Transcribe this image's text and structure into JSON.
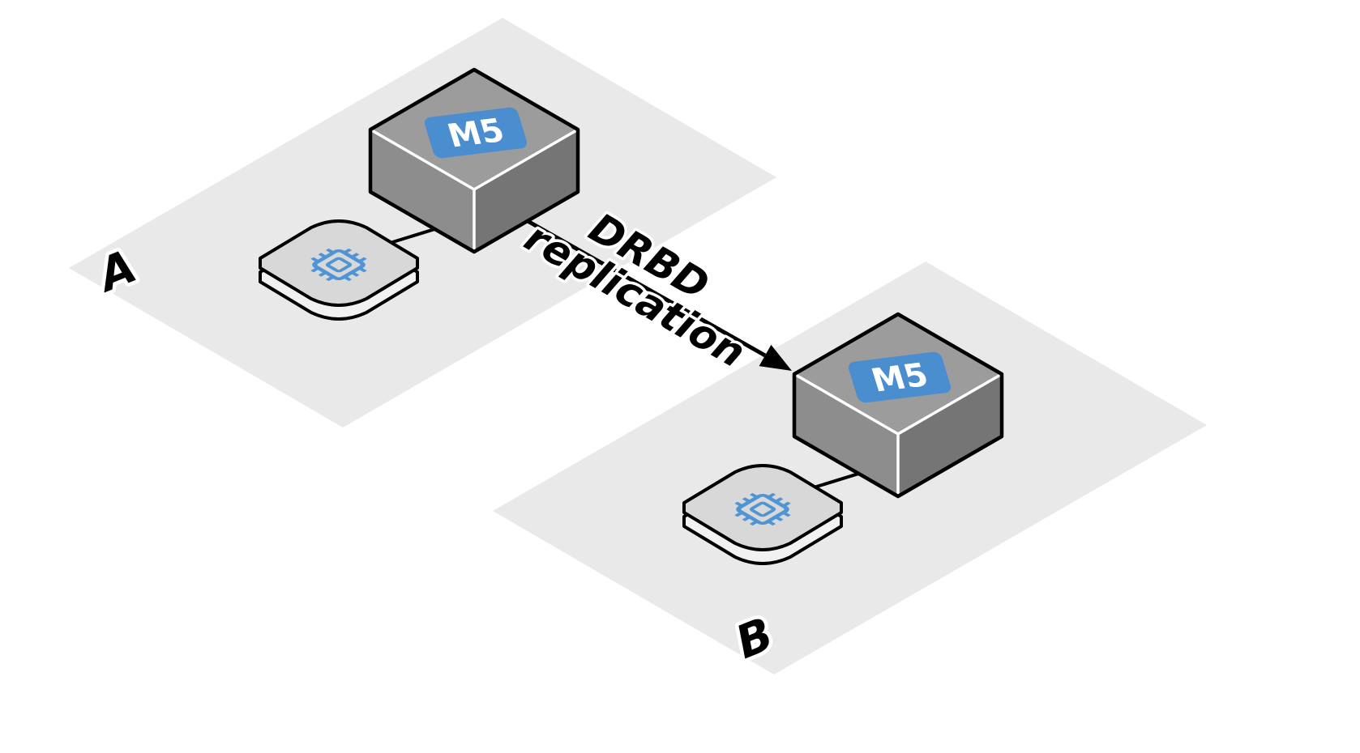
{
  "diagram": {
    "zones": [
      {
        "label": "A"
      },
      {
        "label": "B"
      }
    ],
    "servers": [
      {
        "zone": "A",
        "badge": "M5"
      },
      {
        "zone": "B",
        "badge": "M5"
      }
    ],
    "devices": [
      {
        "zone": "A",
        "icon": "chip-icon"
      },
      {
        "zone": "B",
        "icon": "chip-icon"
      }
    ],
    "arrow": {
      "from": "server-a",
      "to": "server-b",
      "label_line1": "DRBD",
      "label_line2": "replication"
    },
    "colors": {
      "background": "#ffffff",
      "zone_fill": "#e9e9e9",
      "cube_top": "#9c9c9c",
      "cube_left": "#8d8d8d",
      "cube_right": "#757575",
      "cube_edge_highlight": "#ffffff",
      "outline": "#000000",
      "badge_fill": "#4a8ecf",
      "badge_text": "#ffffff",
      "pod_top": "#d8d8d8",
      "pod_base": "#f1f1f1",
      "chip_stroke": "#4f94d4",
      "arrow": "#000000"
    }
  }
}
